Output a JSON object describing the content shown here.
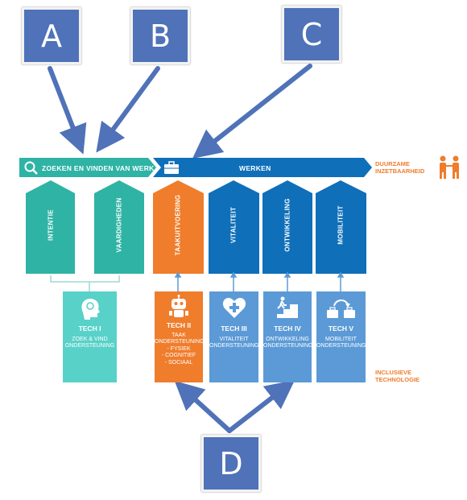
{
  "callouts": [
    "A",
    "B",
    "C",
    "D"
  ],
  "banner": {
    "search_label": "ZOEKEN EN VINDEN VAN WERK",
    "work_label": "WERKEN"
  },
  "right_labels": {
    "sustainable_line1": "DUURZAME",
    "sustainable_line2": "INZETBAARHEID",
    "inclusive_line1": "INCLUSIEVE",
    "inclusive_line2": "TECHNOLOGIE"
  },
  "pillars": [
    "INTENTIE",
    "VAARDIGHEDEN",
    "TAAKUITVOERING",
    "VITALITEIT",
    "ONTWIKKELING",
    "MOBILITEIT"
  ],
  "tech_boxes": [
    {
      "title": "TECH I",
      "lines": [
        "ZOEK & VIND",
        "ONDERSTEUNING"
      ]
    },
    {
      "title": "TECH II",
      "lines": [
        "TAAK",
        "ONDERSTEUNING:",
        "- FYSIEK",
        "- COGNITIEF",
        "- SOCIAAL"
      ]
    },
    {
      "title": "TECH III",
      "lines": [
        "VITALITEIT",
        "ONDERSTEUNING"
      ]
    },
    {
      "title": "TECH IV",
      "lines": [
        "ONTWIKKELING",
        "ONDERSTEUNING"
      ]
    },
    {
      "title": "TECH V",
      "lines": [
        "MOBILITEIT",
        "ONDERSTEUNING"
      ]
    }
  ],
  "colors": {
    "teal": "#2fb3a5",
    "teal_light": "#58d1c9",
    "blue": "#0f6fb9",
    "blue_light": "#5b9ad6",
    "orange": "#ef7d2c",
    "callout": "#4f72b8"
  }
}
